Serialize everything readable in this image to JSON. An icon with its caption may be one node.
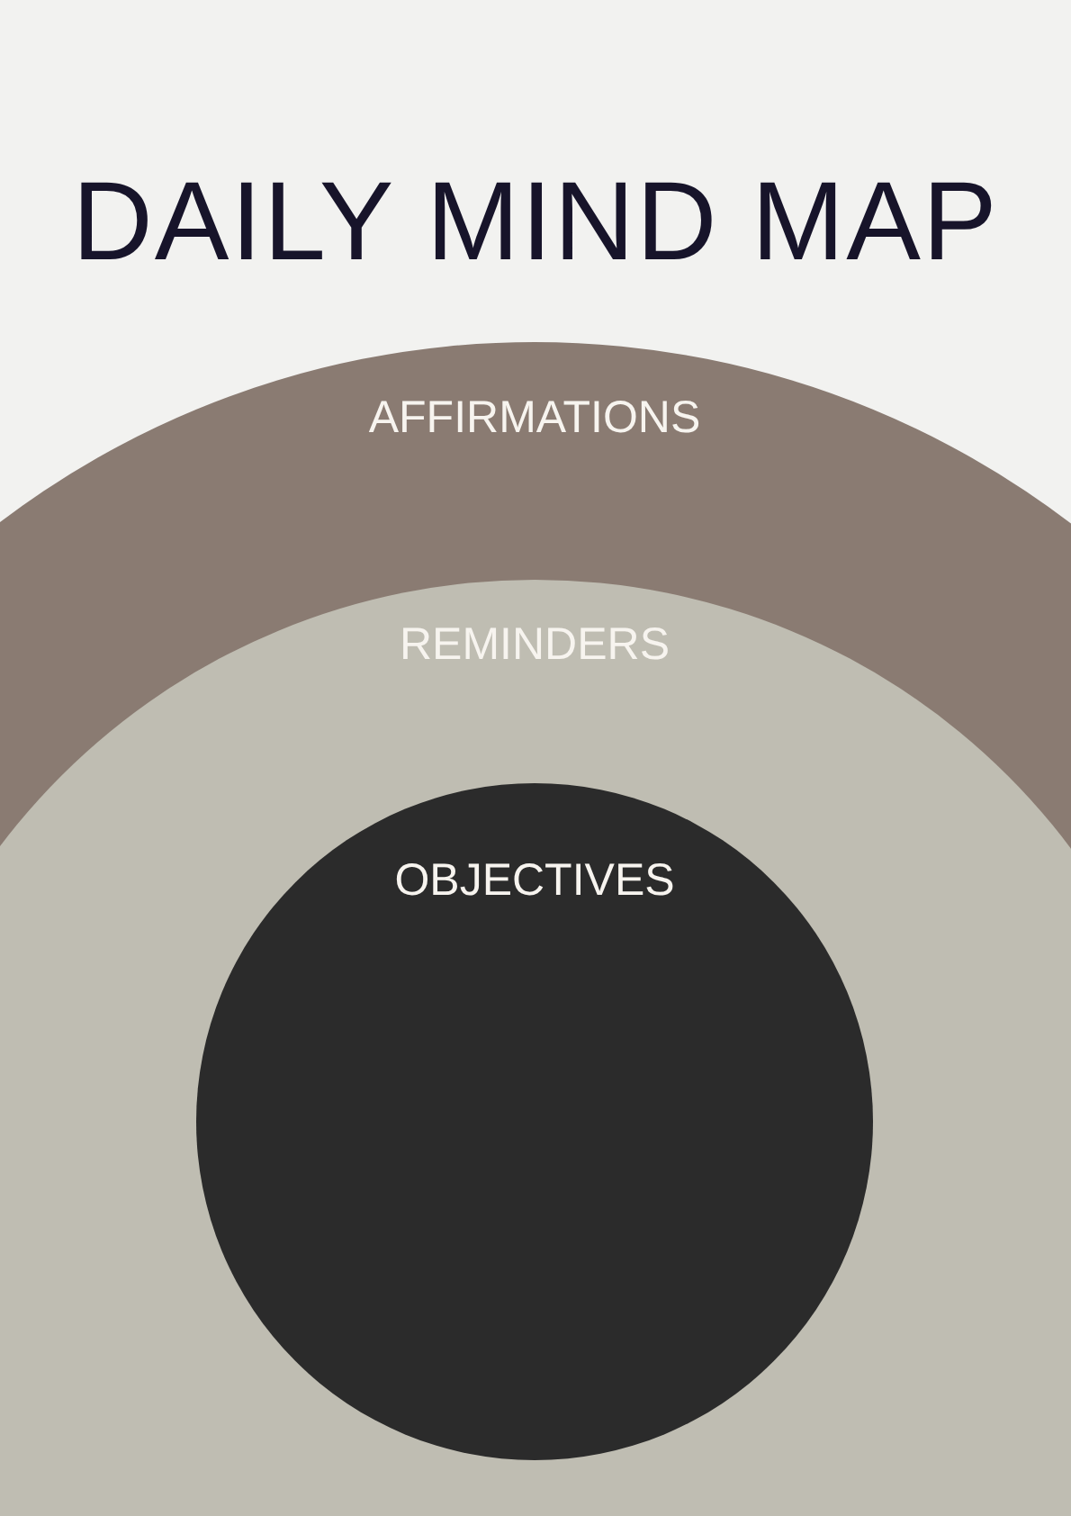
{
  "diagram": {
    "title": "DAILY MIND MAP",
    "nodes": [
      {
        "text": [
          "AFFIRMATIONS"
        ]
      },
      {
        "text": [
          "REMINDERS"
        ],
        "in": 0
      },
      {
        "text": [
          "OBJECTIVES"
        ],
        "in": 1
      }
    ]
  }
}
